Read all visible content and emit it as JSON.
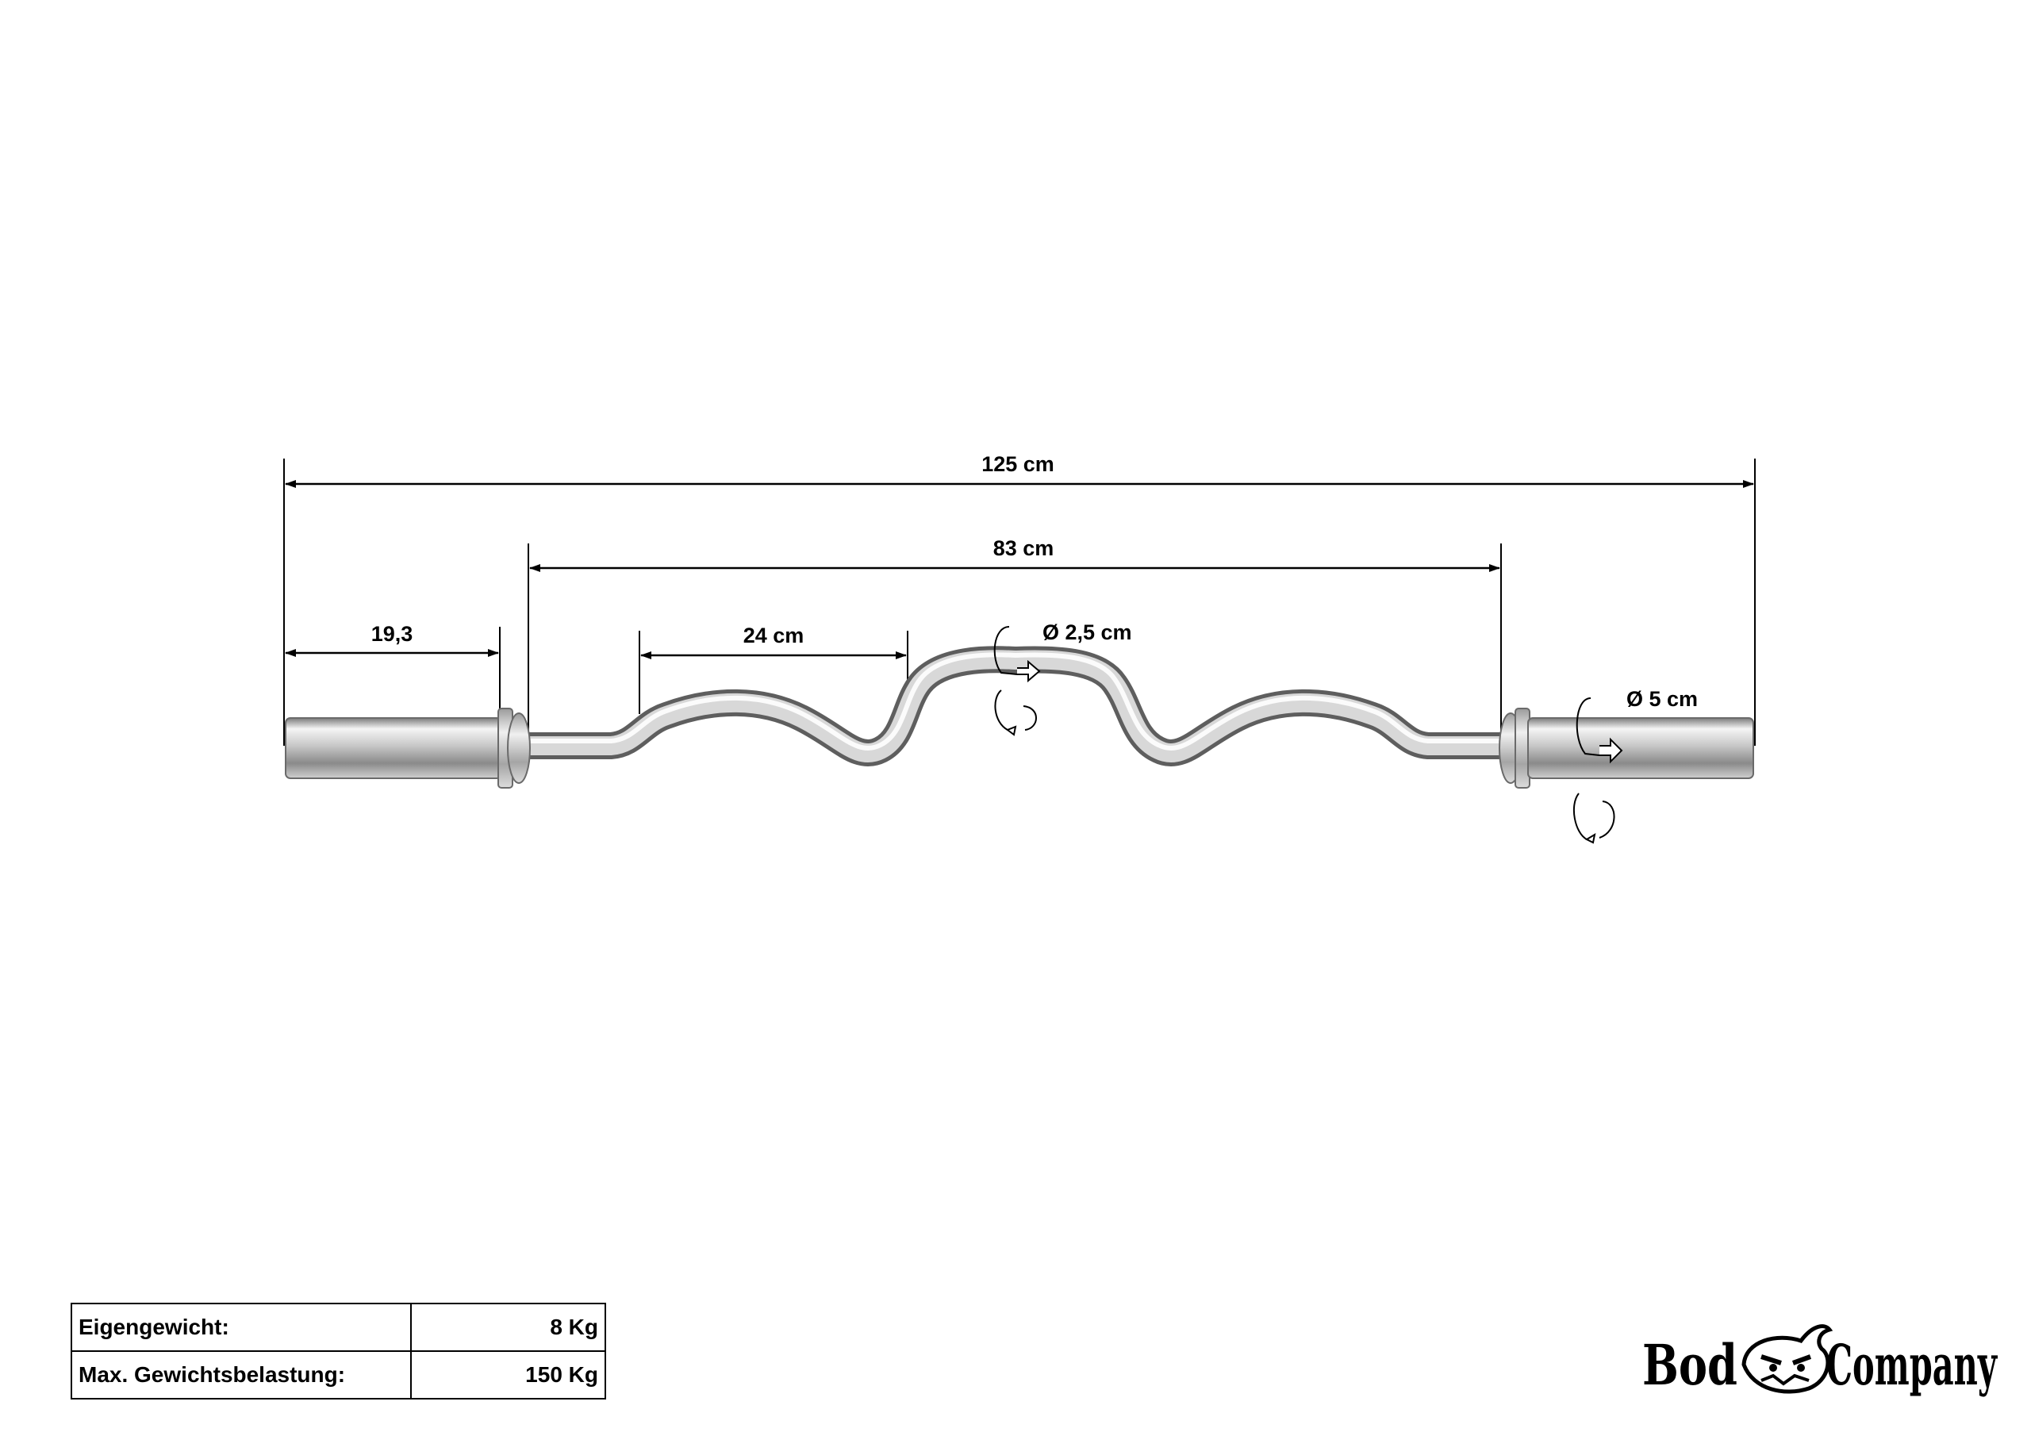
{
  "dimensions": {
    "total_length": "125 cm",
    "sleeve_to_sleeve": "83 cm",
    "sleeve_length": "19,3",
    "curve_width": "24 cm",
    "grip_diameter": "Ø 2,5 cm",
    "sleeve_diameter": "Ø 5 cm"
  },
  "specs": [
    {
      "label": "Eigengewicht:",
      "value": "8 Kg"
    },
    {
      "label": "Max. Gewichtsbelastung:",
      "value": "150 Kg"
    }
  ],
  "brand": {
    "part1": "Bod",
    "part2": "Company"
  },
  "colors": {
    "chrome_light": "#f2f2f2",
    "chrome_mid": "#b5b5b5",
    "chrome_dark": "#6e6e6e",
    "line": "#000000"
  }
}
